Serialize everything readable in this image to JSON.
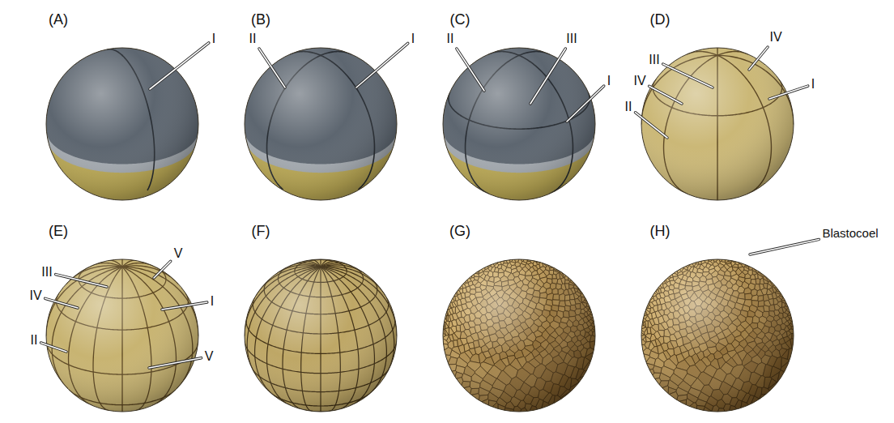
{
  "diagram": {
    "labels": [
      "(A)",
      "I",
      "(B)",
      "II",
      "I",
      "(C)",
      "II",
      "III",
      "I",
      "(D)",
      "III",
      "IV",
      "IV",
      "I",
      "II",
      "(E)",
      "III",
      "V",
      "IV",
      "I",
      "II",
      "V",
      "(F)",
      "(G)",
      "(H)",
      "Blastocoel"
    ]
  }
}
